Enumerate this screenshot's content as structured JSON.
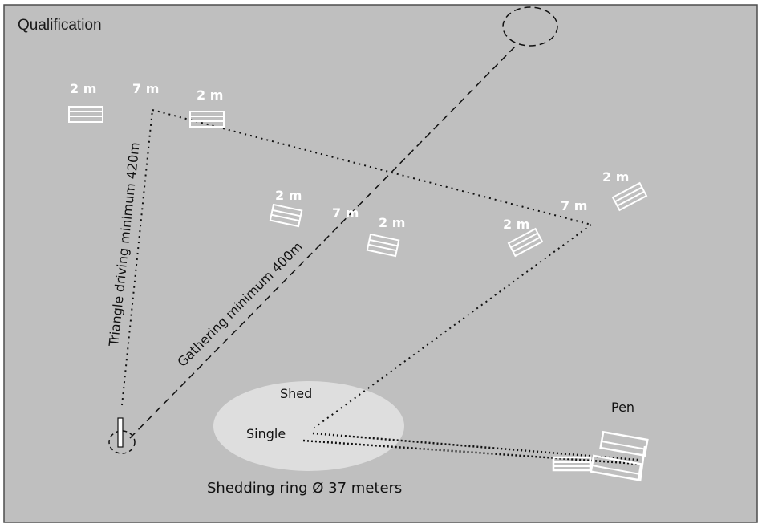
{
  "title": "Qualification",
  "distance_labels": {
    "gap_2m": "2 m",
    "gap_7m": "7 m"
  },
  "course_labels": {
    "triangle": "Triangle driving minimum 420m",
    "gathering": "Gathering minimum 400m",
    "shed": "Shed",
    "single": "Single",
    "pen": "Pen",
    "shedding_ring": "Shedding ring Ø 37 meters"
  },
  "colors": {
    "field": "#bfbfbf",
    "border": "#4d4d4d",
    "ring_fill": "#dedede",
    "fence": "#ffffff",
    "line": "#111111"
  }
}
